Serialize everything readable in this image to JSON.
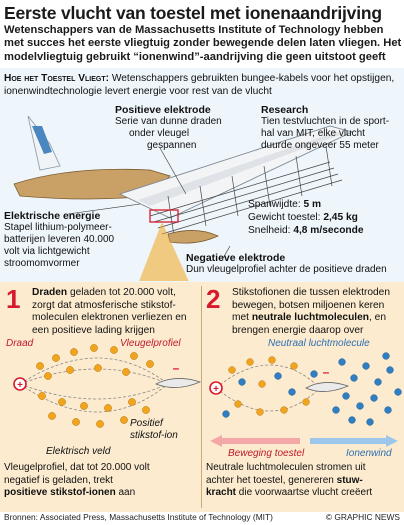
{
  "title": "Eerste vlucht van toestel met ionenaandrijving",
  "subtitle": "Wetenschappers van de Massachusetts Institute of Technology hebben met succes het eerste vliegtuig zonder bewegende delen laten vliegen. Het modelvliegtuig gebruikt “ionenwind”-aandrijving die geen uitstoot geeft",
  "howto": {
    "kicker": "Hoe het Toestel Vliegt:",
    "text": " Wetenschappers gebruikten bungee-kabels voor het opstijgen, ionenwindtechnologie levert energie voor rest van de vlucht"
  },
  "positive_electrode": {
    "title": "Positieve elektrode",
    "text_1": "Serie van dunne draden",
    "text_2": "onder vleugel",
    "text_3": "gespannen"
  },
  "research": {
    "title": "Research",
    "text_1": "Tien testvluchten in de sport-",
    "text_2": "hal van MIT, elke vlucht",
    "text_3": "duurde ongeveer 55 meter"
  },
  "specs": {
    "span_label": "Spanwijdte: ",
    "span_value": "5 m",
    "weight_label": "Gewicht toestel: ",
    "weight_value": "2,45 kg",
    "speed_label": "Snelheid: ",
    "speed_value": "4,8 m/seconde"
  },
  "electric_energy": {
    "title": "Elektrische energie",
    "text_1": "Stapel lithium-polymeer-",
    "text_2": "batterijen leveren 40.000",
    "text_3": "volt via lichtgewicht",
    "text_4": "stroomomvormer"
  },
  "negative_electrode": {
    "title": "Negatieve elektrode",
    "text": "Dun vleugelprofiel achter de positieve draden"
  },
  "step1": {
    "number": "1",
    "bold": "Draden",
    "text_1": " geladen tot 20.000 volt,",
    "text_2": "zorgt dat atmosferische stikstof-",
    "text_3": "moleculen elektronen verliezen en",
    "text_4": "een positieve lading krijgen",
    "label_wire": "Draad",
    "label_profile": "Vleugelprofiel",
    "label_ion_1": "Positief",
    "label_ion_2": "stikstof-ion",
    "label_field": "Elektrisch veld",
    "caption_1": "Vleugelprofiel, dat tot 20.000 volt",
    "caption_2": "negatief is geladen, trekt",
    "caption_3": "positieve stikstof-ionen",
    "caption_4": " aan"
  },
  "step2": {
    "number": "2",
    "text_1": "Stikstofionen die tussen elektroden",
    "text_2": "bewegen, botsen miljoenen keren",
    "text_3a": "met ",
    "text_3b": "neutrale luchtmoleculen",
    "text_3c": ", en",
    "text_4": "brengen energie daarop over",
    "label_neutral": "Neutraal luchtmolecule",
    "arrow_left": "Beweging toestel",
    "arrow_right": "Ionenwind",
    "caption_1": "Neutrale luchtmoleculen stromen uit",
    "caption_2a": "achter het toestel, genereren ",
    "caption_2b": "stuw-",
    "caption_3a": "kracht",
    "caption_3b": " die voorwaartse vlucht creëert"
  },
  "footer": {
    "sources": "Bronnen: Associated Press, Massachusetts Institute of Technology (MIT)",
    "copyright": "© GRAPHIC NEWS"
  },
  "colors": {
    "ion_orange": "#f2a51c",
    "neutral_blue": "#2f7fc4",
    "accent_red": "#d7192d",
    "panel_cream": "#fcebcf"
  }
}
